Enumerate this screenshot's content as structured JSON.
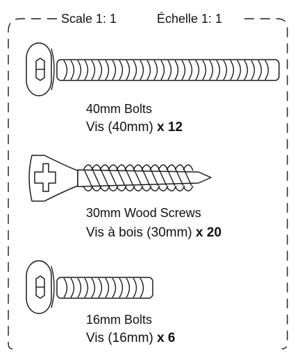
{
  "header": {
    "scale_en": "Scale 1: 1",
    "scale_fr": "Échelle 1: 1"
  },
  "parts": [
    {
      "name_en": "40mm Bolts",
      "name_fr": "Vis (40mm)",
      "quantity": "x 12"
    },
    {
      "name_en": "30mm Wood Screws",
      "name_fr": "Vis à bois (30mm)",
      "quantity": "x 20"
    },
    {
      "name_en": "16mm Bolts",
      "name_fr": "Vis (16mm)",
      "quantity": "x 6"
    }
  ]
}
